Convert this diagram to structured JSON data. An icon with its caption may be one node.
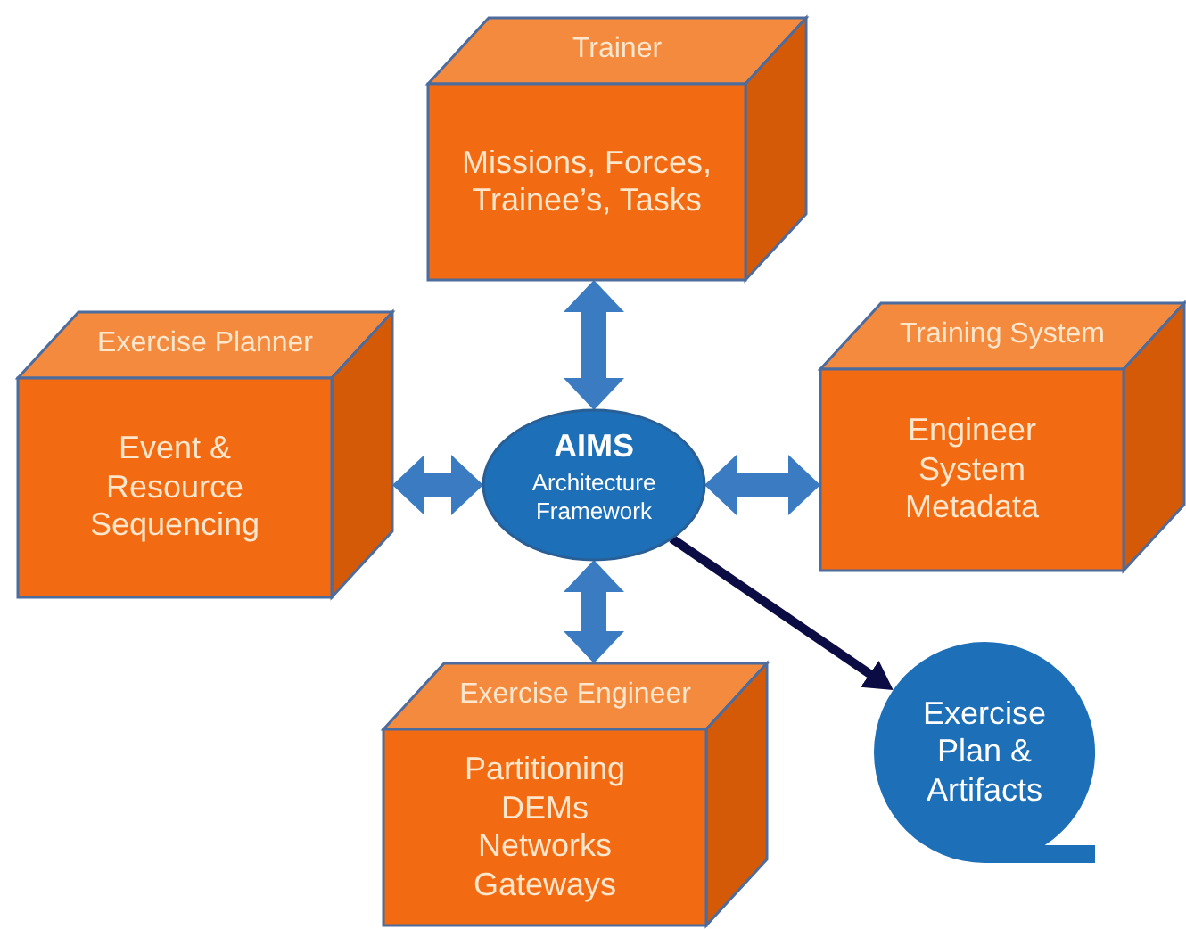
{
  "diagram": {
    "nodes": [
      {
        "text": [
          "Trainer",
          "Missions, Forces, Trainee’s, Tasks"
        ]
      },
      {
        "text": [
          "Exercise Planner",
          "Event & Resource Sequencing"
        ]
      },
      {
        "text": [
          "AIMS",
          "Architecture Framework"
        ]
      },
      {
        "text": [
          "Training System",
          "Engineer System Metadata"
        ]
      },
      {
        "text": [
          "Exercise Engineer",
          "Partitioning DEMs Networks Gateways"
        ]
      },
      {
        "text": [
          "Exercise Plan & Artifacts"
        ]
      }
    ],
    "edges": [
      {
        "from": 0,
        "to": 2,
        "arrow": "both"
      },
      {
        "from": 1,
        "to": 2,
        "arrow": "both"
      },
      {
        "from": 3,
        "to": 2,
        "arrow": "both"
      },
      {
        "from": 4,
        "to": 2,
        "arrow": "both"
      },
      {
        "from": 2,
        "to": 5,
        "arrow": "to",
        "color": "#0c0c45"
      }
    ]
  }
}
